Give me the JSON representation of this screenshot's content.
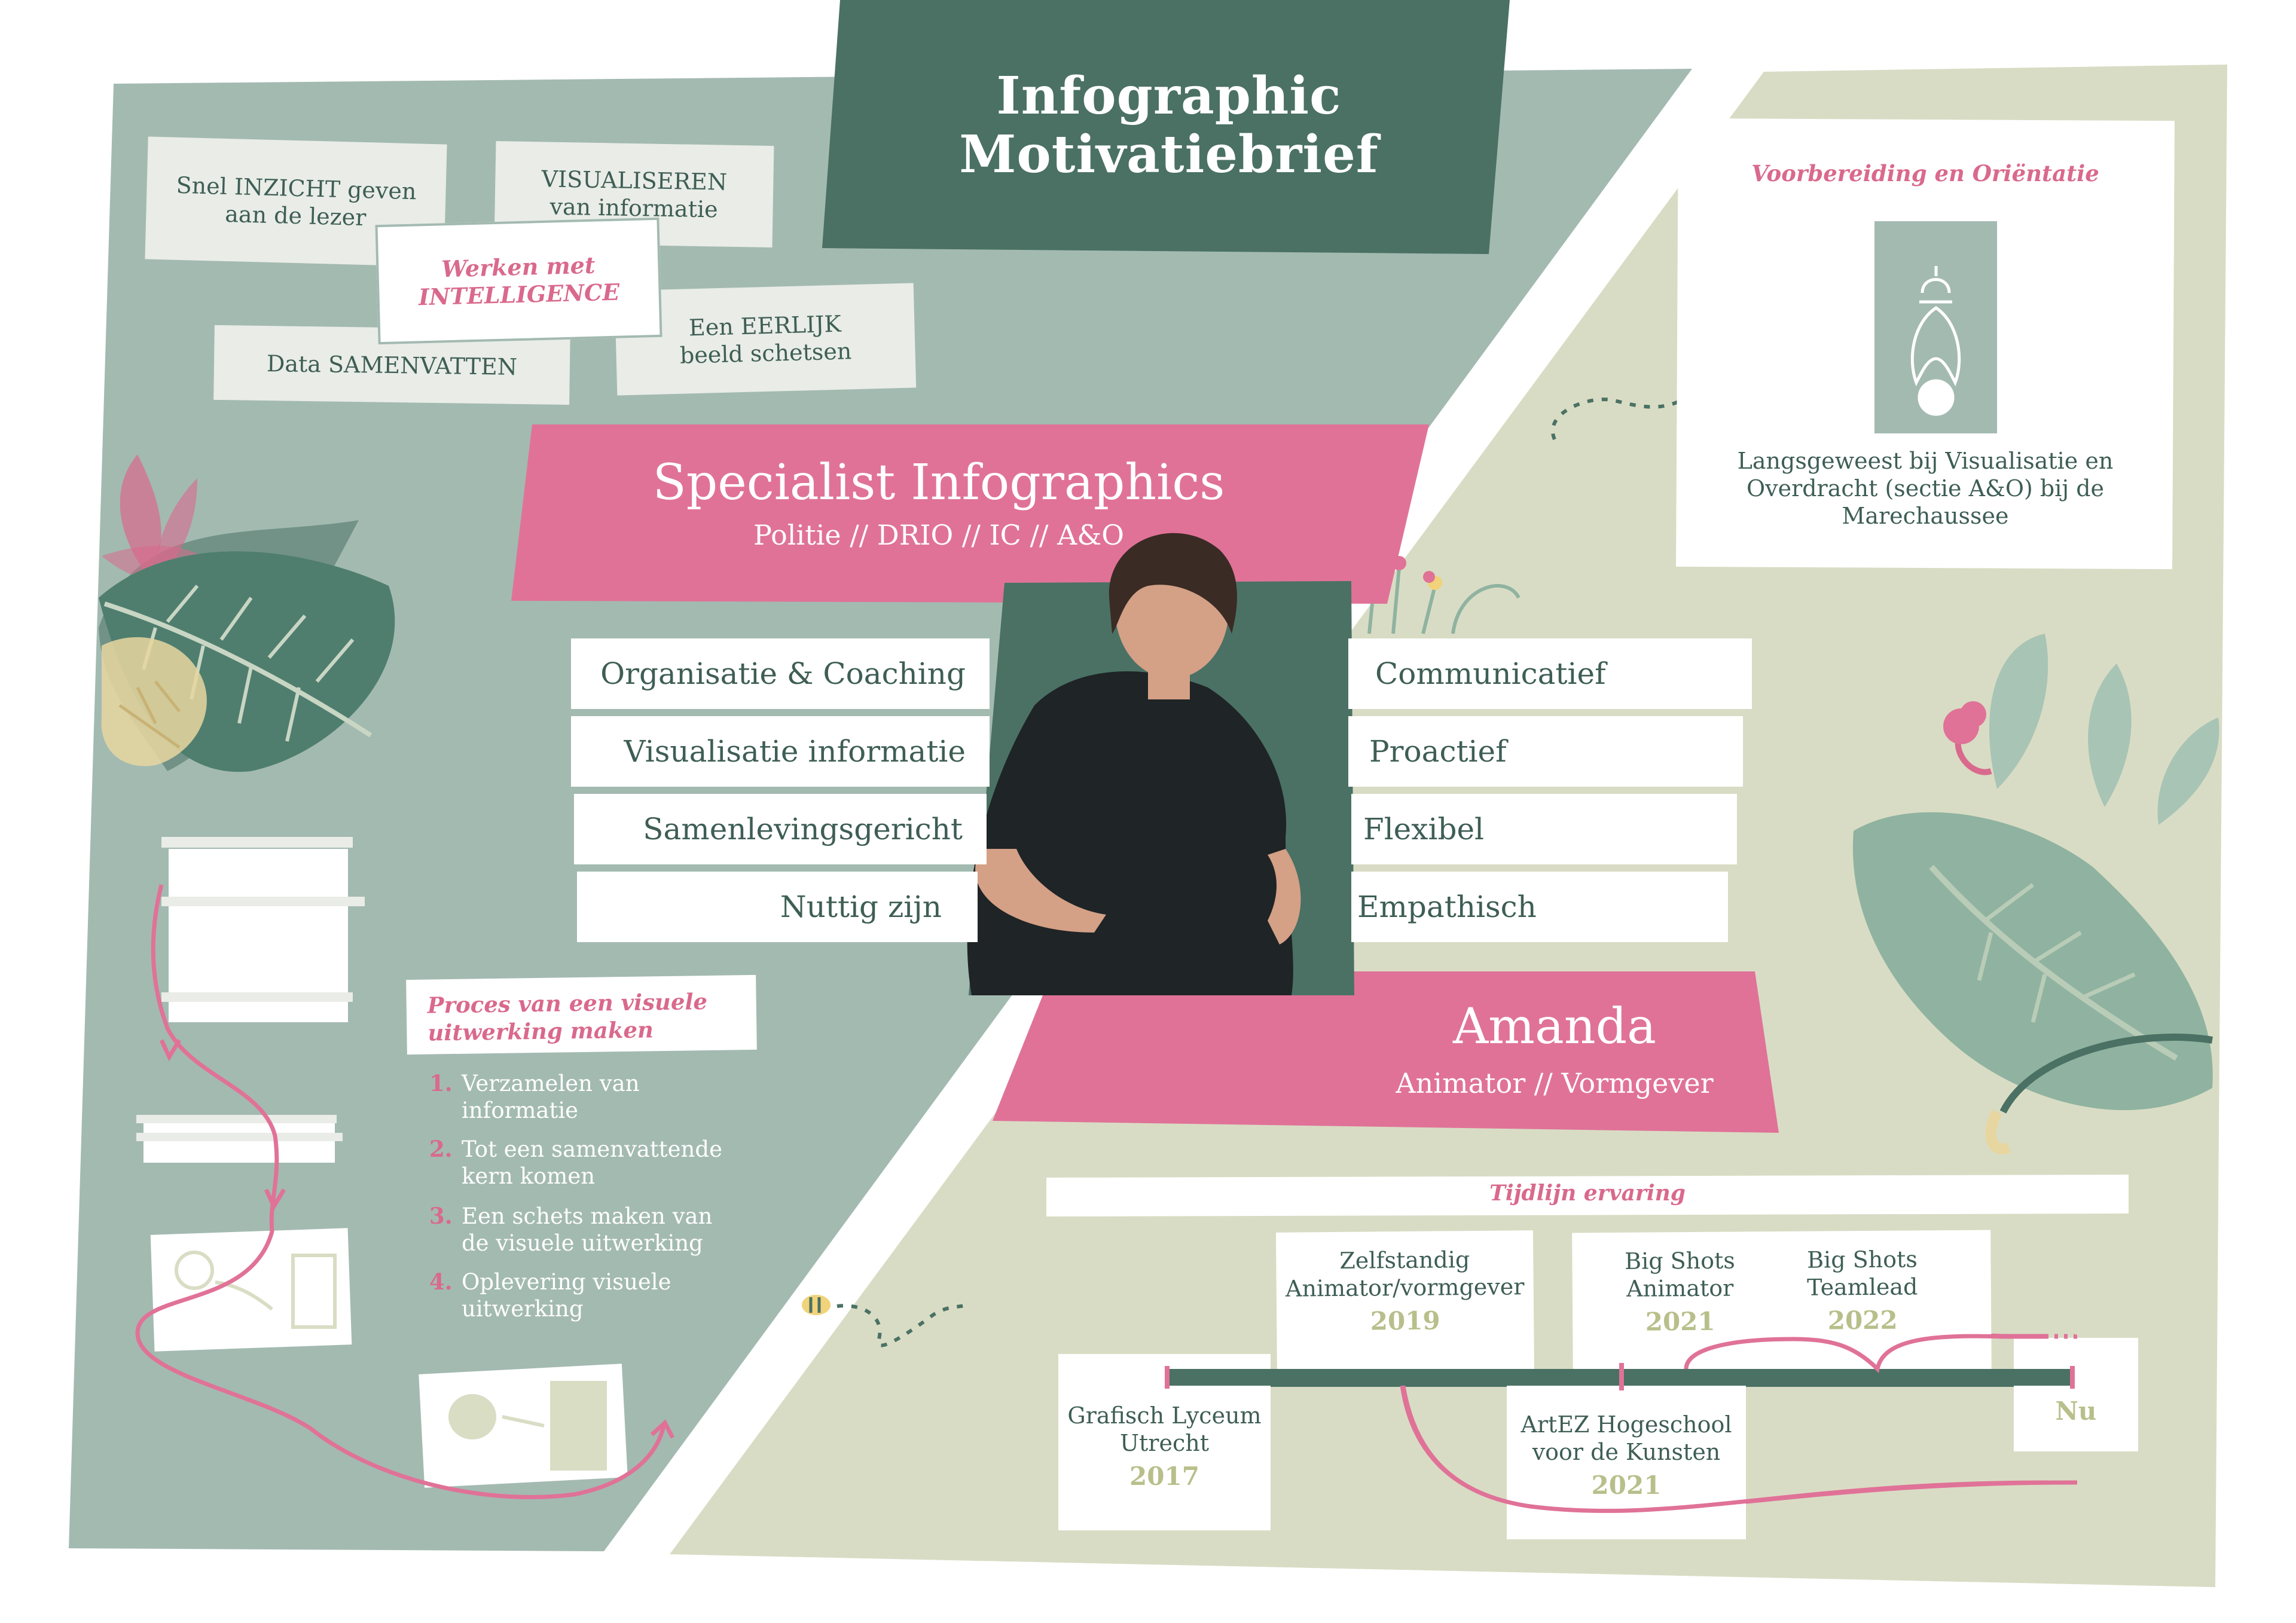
{
  "title": {
    "line1": "Infographic",
    "line2": "Motivatiebrief"
  },
  "notes": {
    "inzicht": {
      "line1": "Snel INZICHT geven",
      "line2": "aan de lezer"
    },
    "visualiseren": {
      "line1": "VISUALISEREN",
      "line2": "van informatie"
    },
    "intelligence": {
      "line1": "Werken met",
      "line2": "INTELLIGENCE"
    },
    "samenvatten": "Data SAMENVATTEN",
    "eerlijk": {
      "line1": "Een EERLIJK",
      "line2": "beeld schetsen"
    }
  },
  "role_banner": {
    "title": "Specialist Infographics",
    "subtitle": "Politie // DRIO // IC // A&O"
  },
  "skills_left": [
    "Organisatie & Coaching",
    "Visualisatie informatie",
    "Samenlevingsgericht",
    "Nuttig zijn"
  ],
  "skills_right": [
    "Communicatief",
    "Proactief",
    "Flexibel",
    "Empathisch"
  ],
  "name_banner": {
    "name": "Amanda",
    "subtitle": "Animator // Vormgever"
  },
  "orientation": {
    "heading": "Voorbereiding en Oriëntatie",
    "text_line1": "Langsgeweest bij Visualisatie en",
    "text_line2": "Overdracht (sectie A&O) bij de",
    "text_line3": "Marechaussee"
  },
  "process": {
    "heading_line1": "Proces van een visuele",
    "heading_line2": "uitwerking maken",
    "steps": [
      {
        "num": "1.",
        "line1": "Verzamelen van",
        "line2": "informatie"
      },
      {
        "num": "2.",
        "line1": "Tot een samenvattende",
        "line2": "kern komen"
      },
      {
        "num": "3.",
        "line1": "Een schets maken van",
        "line2": "de visuele uitwerking"
      },
      {
        "num": "4.",
        "line1": "Oplevering visuele",
        "line2": "uitwerking"
      }
    ]
  },
  "timeline": {
    "heading": "Tijdlijn ervaring",
    "items": [
      {
        "line1": "Grafisch Lyceum",
        "line2": "Utrecht",
        "year": "2017"
      },
      {
        "line1": "Zelfstandig",
        "line2": "Animator/vormgever",
        "year": "2019"
      },
      {
        "line1": "ArtEZ Hogeschool",
        "line2": "voor de Kunsten",
        "year": "2021"
      },
      {
        "line1": "Big Shots",
        "line2": "Animator",
        "year": "2021"
      },
      {
        "line1": "Big Shots",
        "line2": "Teamlead",
        "year": "2022"
      },
      {
        "year": "Nu"
      }
    ]
  },
  "colors": {
    "sage": "#a3bab1",
    "beige": "#d9dcc4",
    "darkgreen": "#4a7164",
    "pink": "#e07298",
    "text": "#3e5e55",
    "year": "#b8bf8a"
  }
}
